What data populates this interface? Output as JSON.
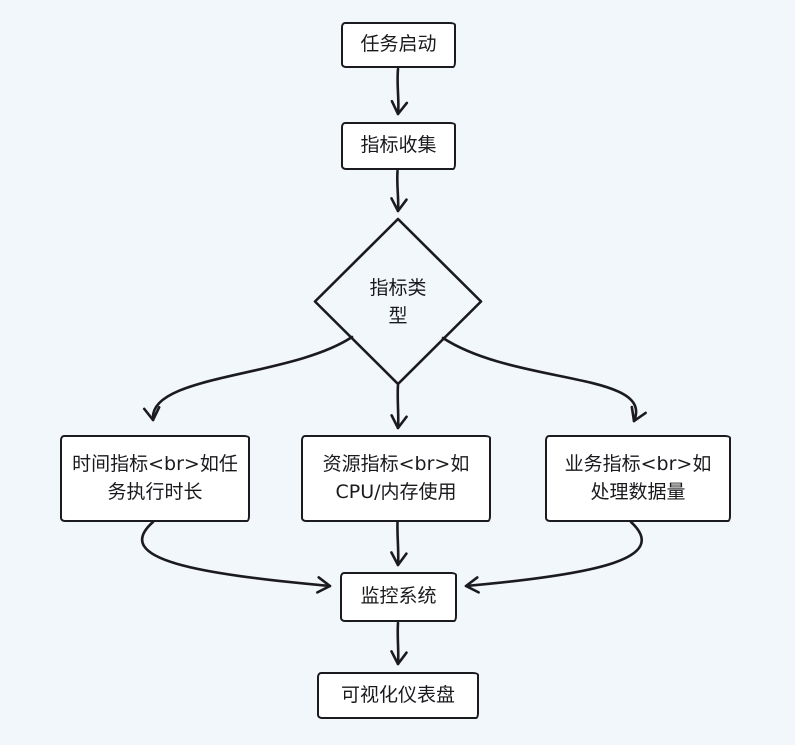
{
  "diagram": {
    "type": "flowchart",
    "direction": "top-down",
    "style": "hand-drawn",
    "colors": {
      "background": "#f2f7fb",
      "stroke": "#1b1b1f",
      "node_fill": "#ffffff",
      "text": "#1a1a1e"
    },
    "nodes": {
      "start": {
        "shape": "rect",
        "label": "任务启动"
      },
      "collect": {
        "shape": "rect",
        "label": "指标收集"
      },
      "metric_type": {
        "shape": "diamond",
        "label": "指标类型"
      },
      "time": {
        "shape": "rect",
        "label": "时间指标<br>如任务执行时长"
      },
      "resource": {
        "shape": "rect",
        "label": "资源指标<br>如CPU/内存使用"
      },
      "business": {
        "shape": "rect",
        "label": "业务指标<br>如处理数据量"
      },
      "monitor": {
        "shape": "rect",
        "label": "监控系统"
      },
      "dashboard": {
        "shape": "rect",
        "label": "可视化仪表盘"
      }
    },
    "edges": [
      {
        "from": "start",
        "to": "collect"
      },
      {
        "from": "collect",
        "to": "metric_type"
      },
      {
        "from": "metric_type",
        "to": "time"
      },
      {
        "from": "metric_type",
        "to": "resource"
      },
      {
        "from": "metric_type",
        "to": "business"
      },
      {
        "from": "time",
        "to": "monitor"
      },
      {
        "from": "resource",
        "to": "monitor"
      },
      {
        "from": "business",
        "to": "monitor"
      },
      {
        "from": "monitor",
        "to": "dashboard"
      }
    ]
  }
}
